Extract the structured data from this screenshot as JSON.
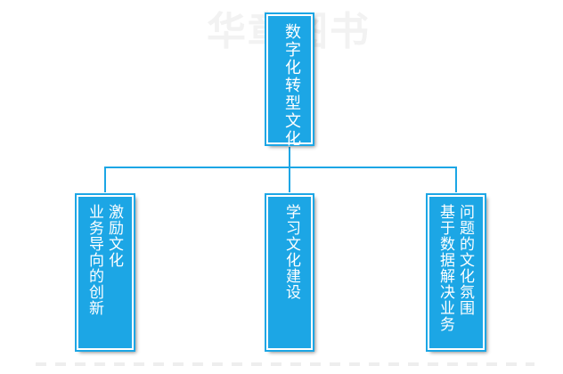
{
  "watermark": "华章图书",
  "colors": {
    "node_fill": "#1ca6e5",
    "node_border": "#ffffff",
    "connector": "#1ca6e5",
    "text": "#ffffff"
  },
  "diagram": {
    "root": {
      "label": "数字化转型文化"
    },
    "children": [
      {
        "lines": [
          "激励文化",
          "业务导向的创新"
        ]
      },
      {
        "lines": [
          "学习文化建设"
        ]
      },
      {
        "lines": [
          "问题的文化氛围",
          "基于数据解决业务"
        ]
      }
    ]
  }
}
